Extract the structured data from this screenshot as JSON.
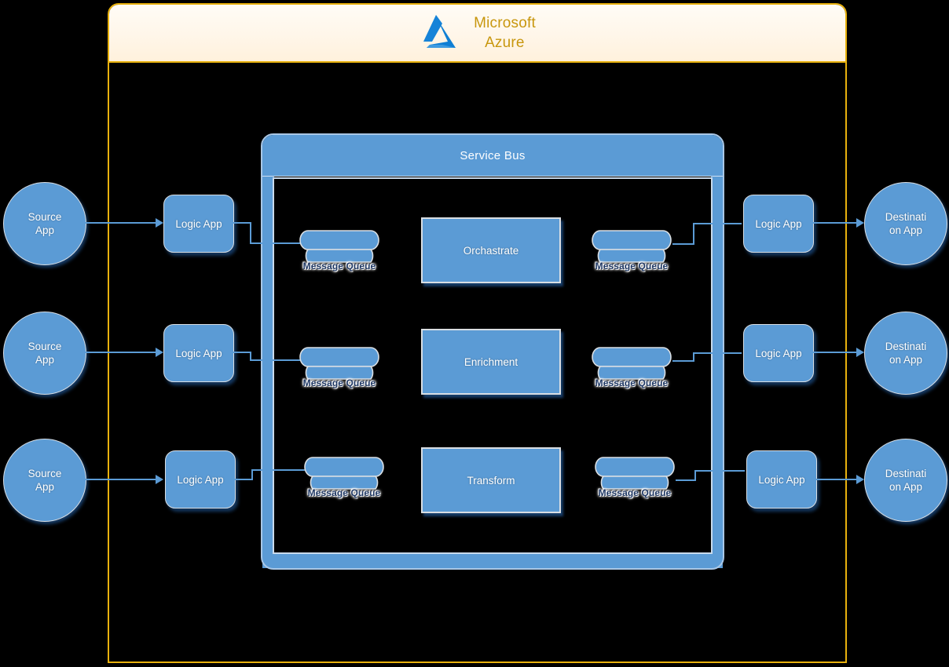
{
  "diagram": {
    "title": "Azure Service Bus integration architecture",
    "colors": {
      "node_fill": "#5B9BD5",
      "node_border": "#D9DEE3",
      "frame_border": "#E8B10D",
      "header_text": "#C8960C",
      "connector": "#5B9BD5",
      "canvas": "#000000",
      "queue_label": "#1F3864",
      "azure_logo_blue": "#0F7FD4"
    }
  },
  "azure_frame": {
    "brand_line1": "Microsoft",
    "brand_line2": "Azure",
    "logo_icon": "azure-logo-icon"
  },
  "service_bus": {
    "title": "Service Bus"
  },
  "rows": [
    {
      "source_app": "Source\nApp",
      "source_app_line1": "Source",
      "source_app_line2": "App",
      "left_logic_app": "Logic App",
      "inbound_queue": "Message Queue",
      "process": "Orchastrate",
      "outbound_queue": "Message Queue",
      "right_logic_app": "Logic App",
      "destination_app_line1": "Destinati",
      "destination_app_line2": "on App"
    },
    {
      "source_app_line1": "Source",
      "source_app_line2": "App",
      "left_logic_app": "Logic App",
      "inbound_queue": "Message Queue",
      "process": "Enrichment",
      "outbound_queue": "Message Queue",
      "right_logic_app": "Logic App",
      "destination_app_line1": "Destinati",
      "destination_app_line2": "on App"
    },
    {
      "source_app_line1": "Source",
      "source_app_line2": "App",
      "left_logic_app": "Logic App",
      "inbound_queue": "Message Queue",
      "process": "Transform",
      "outbound_queue": "Message Queue",
      "right_logic_app": "Logic App",
      "destination_app_line1": "Destinati",
      "destination_app_line2": "on App"
    }
  ]
}
